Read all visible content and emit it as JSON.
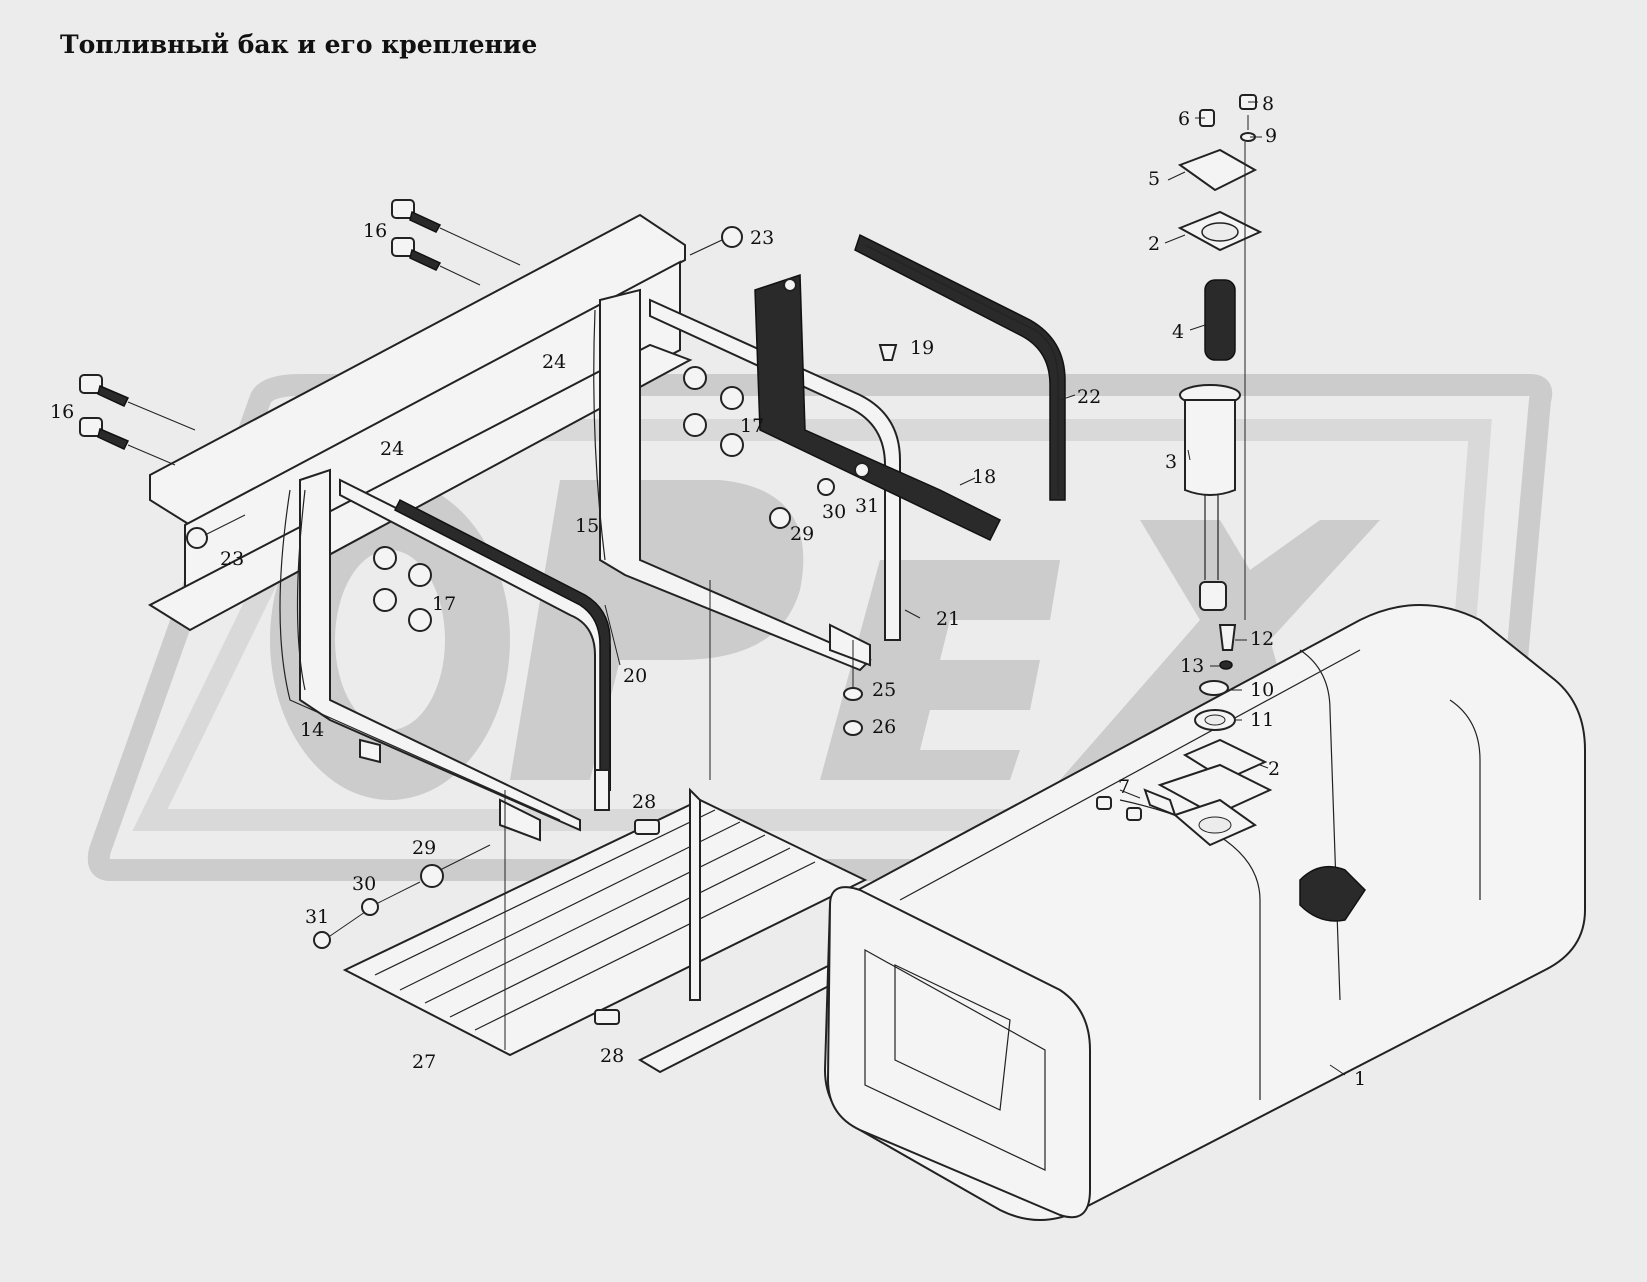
{
  "title": "Топливный бак и его крепление",
  "watermark": {
    "text": "OPEX",
    "color": "#c9c9c9"
  },
  "callouts": [
    {
      "id": "c1",
      "label": "1"
    },
    {
      "id": "c2a",
      "label": "2"
    },
    {
      "id": "c2b",
      "label": "2"
    },
    {
      "id": "c3",
      "label": "3"
    },
    {
      "id": "c4",
      "label": "4"
    },
    {
      "id": "c5",
      "label": "5"
    },
    {
      "id": "c6",
      "label": "6"
    },
    {
      "id": "c7",
      "label": "7"
    },
    {
      "id": "c8",
      "label": "8"
    },
    {
      "id": "c9",
      "label": "9"
    },
    {
      "id": "c10",
      "label": "10"
    },
    {
      "id": "c11",
      "label": "11"
    },
    {
      "id": "c12",
      "label": "12"
    },
    {
      "id": "c13",
      "label": "13"
    },
    {
      "id": "c14",
      "label": "14"
    },
    {
      "id": "c15",
      "label": "15"
    },
    {
      "id": "c16a",
      "label": "16"
    },
    {
      "id": "c16b",
      "label": "16"
    },
    {
      "id": "c17a",
      "label": "17"
    },
    {
      "id": "c17b",
      "label": "17"
    },
    {
      "id": "c18",
      "label": "18"
    },
    {
      "id": "c19",
      "label": "19"
    },
    {
      "id": "c20",
      "label": "20"
    },
    {
      "id": "c21",
      "label": "21"
    },
    {
      "id": "c22",
      "label": "22"
    },
    {
      "id": "c23a",
      "label": "23"
    },
    {
      "id": "c23b",
      "label": "23"
    },
    {
      "id": "c24a",
      "label": "24"
    },
    {
      "id": "c24b",
      "label": "24"
    },
    {
      "id": "c25",
      "label": "25"
    },
    {
      "id": "c26",
      "label": "26"
    },
    {
      "id": "c27",
      "label": "27"
    },
    {
      "id": "c28a",
      "label": "28"
    },
    {
      "id": "c28b",
      "label": "28"
    },
    {
      "id": "c29a",
      "label": "29"
    },
    {
      "id": "c29b",
      "label": "29"
    },
    {
      "id": "c30a",
      "label": "30"
    },
    {
      "id": "c30b",
      "label": "30"
    },
    {
      "id": "c31a",
      "label": "31"
    },
    {
      "id": "c31b",
      "label": "31"
    }
  ]
}
